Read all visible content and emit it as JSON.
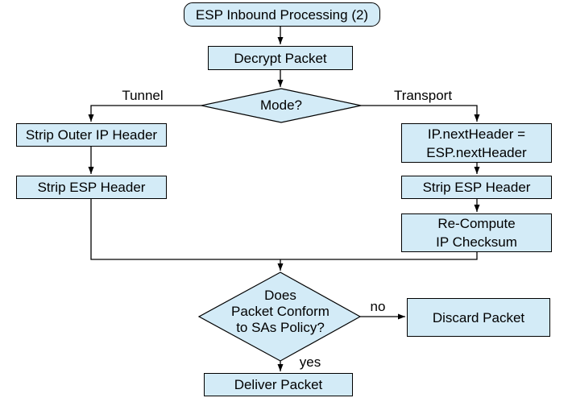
{
  "diagram": {
    "title": "ESP Inbound Processing (2)",
    "type": "flowchart",
    "colors": {
      "node_fill": "#d3ebf7",
      "node_border": "#000000",
      "line": "#000000",
      "text": "#000000",
      "background": "#ffffff"
    },
    "nodes": {
      "start": {
        "label": "ESP Inbound Processing (2)",
        "shape": "rounded-rect"
      },
      "decrypt": {
        "label": "Decrypt Packet",
        "shape": "rect"
      },
      "mode": {
        "label": "Mode?",
        "shape": "diamond"
      },
      "strip_outer": {
        "label": "Strip Outer IP Header",
        "shape": "rect"
      },
      "strip_esp_left": {
        "label": "Strip ESP Header",
        "shape": "rect"
      },
      "ip_nextheader": {
        "line1": "IP.nextHeader =",
        "line2": "ESP.nextHeader",
        "shape": "rect"
      },
      "strip_esp_right": {
        "label": "Strip ESP Header",
        "shape": "rect"
      },
      "recompute": {
        "line1": "Re-Compute",
        "line2": "IP Checksum",
        "shape": "rect"
      },
      "policy": {
        "line1": "Does",
        "line2": "Packet Conform",
        "line3": "to SAs Policy?",
        "shape": "diamond"
      },
      "discard": {
        "label": "Discard Packet",
        "shape": "rect"
      },
      "deliver": {
        "label": "Deliver Packet",
        "shape": "rect"
      }
    },
    "edge_labels": {
      "tunnel": "Tunnel",
      "transport": "Transport",
      "no": "no",
      "yes": "yes"
    }
  }
}
